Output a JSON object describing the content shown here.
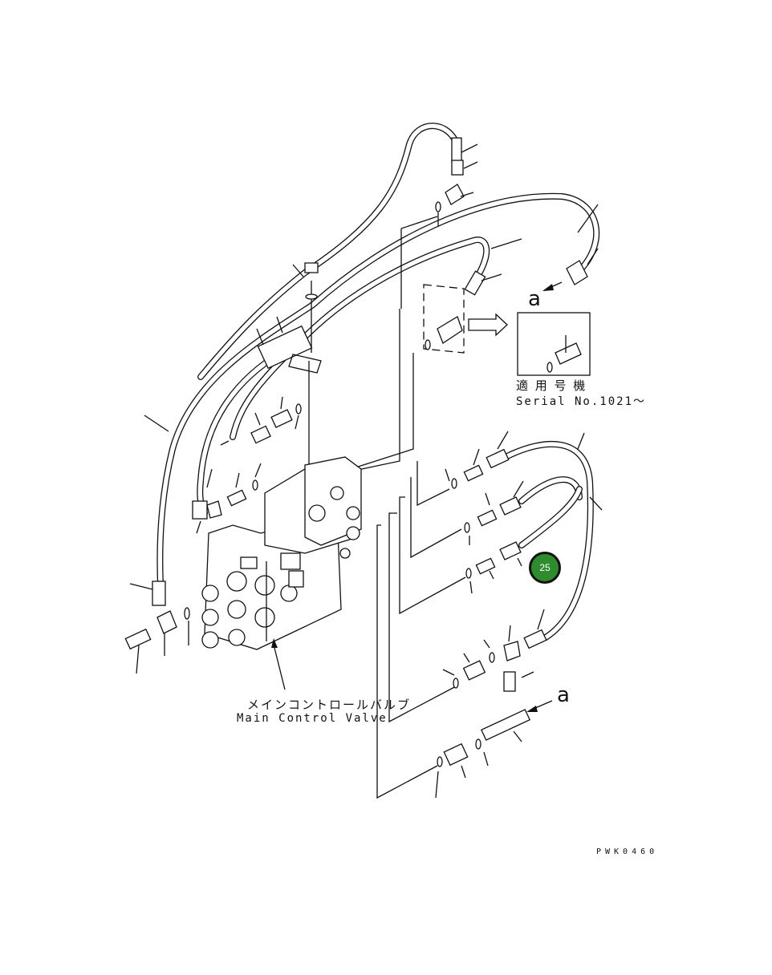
{
  "callout_a_label": "a",
  "callout_a_label_bottom": "a",
  "detail_caption_jp": "適 用 号 機",
  "detail_caption_en": "Serial No.1021～",
  "valve_label_jp": "メインコントロールバルブ",
  "valve_label_en": "Main Control Valve",
  "drawing_code": "PWK0460",
  "highlighted_part": {
    "number": "25",
    "color": "#2e8b2e"
  }
}
